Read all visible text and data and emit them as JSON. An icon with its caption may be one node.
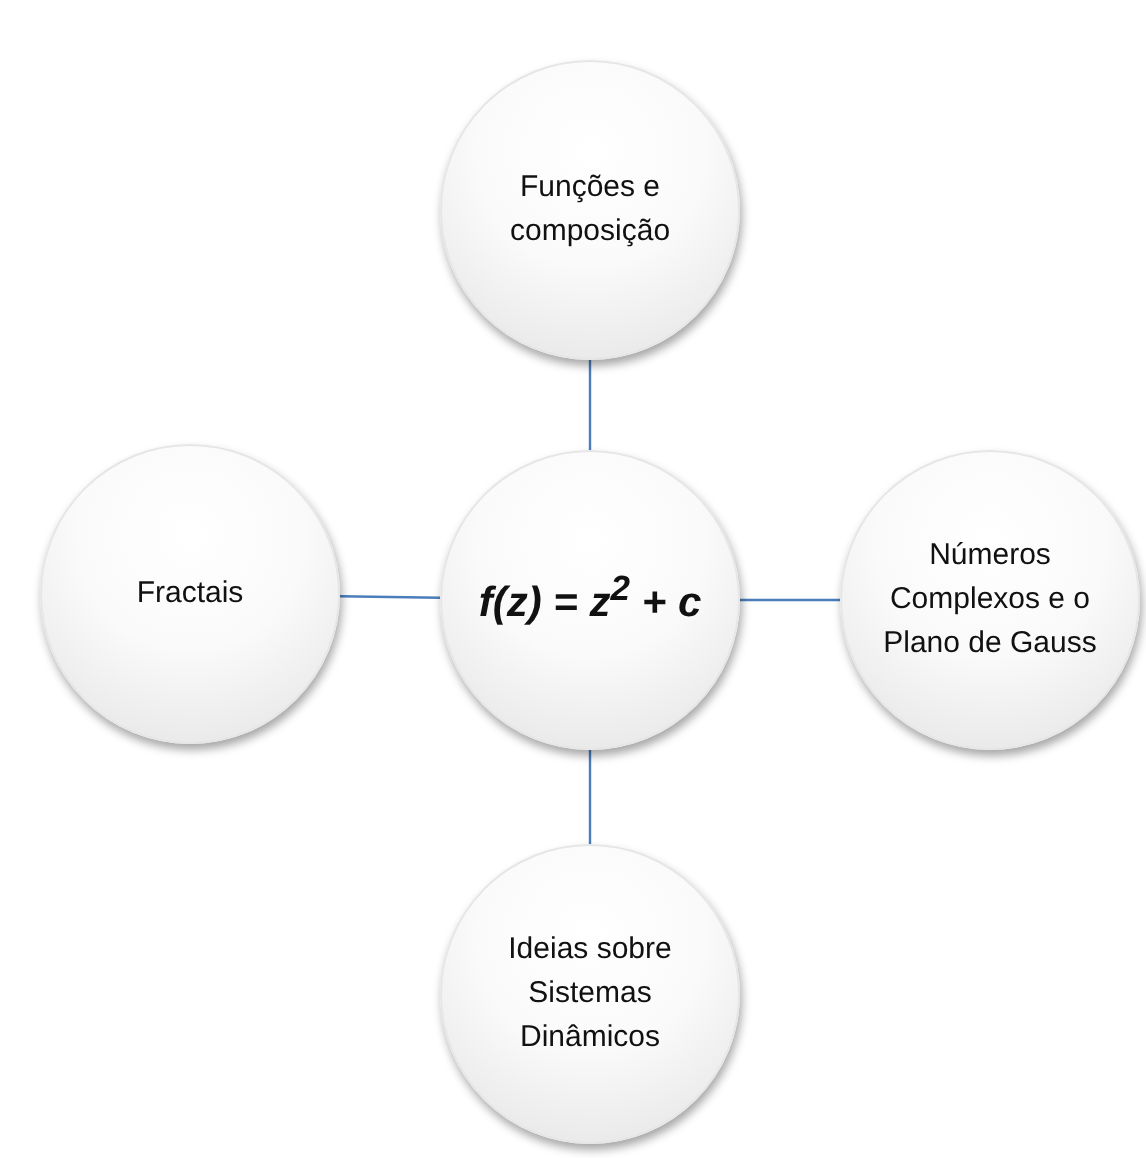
{
  "diagram": {
    "nodes": [
      {
        "text": [
          "Funções e composição"
        ]
      },
      {
        "text": [
          "Fractais"
        ]
      },
      {
        "text": [
          "f(z) = z$^{2}$ + c"
        ]
      },
      {
        "text": [
          "Números Complexos e o Plano de Gauss"
        ]
      },
      {
        "text": [
          "Ideias sobre Sistemas Dinâmicos"
        ]
      }
    ],
    "edges": [
      {
        "from": 2,
        "to": 0,
        "arrow": "none"
      },
      {
        "from": 2,
        "to": 1,
        "arrow": "none"
      },
      {
        "from": 2,
        "to": 3,
        "arrow": "none"
      },
      {
        "from": 2,
        "to": 4,
        "arrow": "none"
      }
    ]
  }
}
